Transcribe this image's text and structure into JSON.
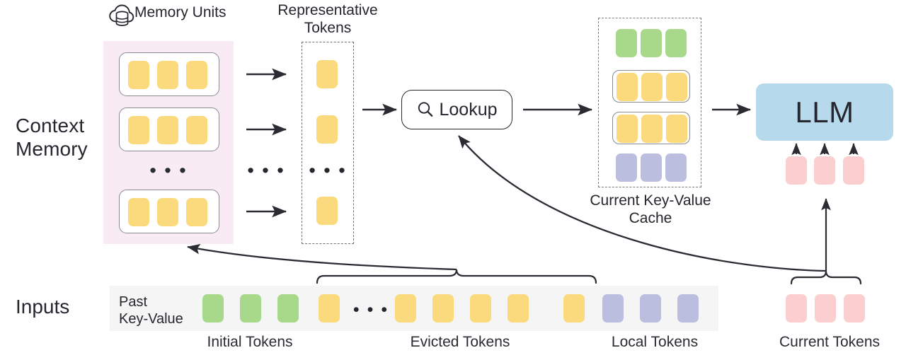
{
  "diagram": {
    "title": "Context Memory LLM KV-cache lookup architecture",
    "row_labels": {
      "context_memory": "Context\nMemory",
      "inputs": "Inputs"
    },
    "memory_units": {
      "heading": "Memory Units",
      "icon": "cloud-database-icon",
      "panel_color": "#f9ebf3",
      "unit_count_shown": 3,
      "tokens_per_unit": 3,
      "token_color": "#fbd97d",
      "ellipsis": "• • •"
    },
    "representative_tokens": {
      "heading": "Representative\nTokens",
      "tokens_shown": 3,
      "token_color": "#fbd97d",
      "ellipsis": "• • •",
      "between_ellipsis": "• • •",
      "border_style": "dashed"
    },
    "lookup": {
      "label": "Lookup",
      "icon": "magnifier-icon"
    },
    "kv_cache": {
      "caption": "Current Key-Value\nCache",
      "border_style": "dashed",
      "rows": [
        {
          "name": "initial-tokens-row",
          "color": "#a8d98b",
          "framed": false,
          "count": 3
        },
        {
          "name": "retrieved-unit-row-1",
          "color": "#fbd97d",
          "framed": true,
          "count": 3
        },
        {
          "name": "retrieved-unit-row-2",
          "color": "#fbd97d",
          "framed": true,
          "count": 3
        },
        {
          "name": "local-tokens-row",
          "color": "#bcbee0",
          "framed": false,
          "count": 3
        }
      ]
    },
    "llm": {
      "label": "LLM",
      "box_color": "#b6d9ec",
      "input_token_count": 3,
      "input_token_color": "#fbcfcf"
    },
    "inputs": {
      "strip_color": "#f4f5f4",
      "past_key_value_label": "Past\nKey-Value",
      "ellipsis": "• • •",
      "tokens": [
        {
          "color": "#a8d98b",
          "group": "initial"
        },
        {
          "color": "#a8d98b",
          "group": "initial"
        },
        {
          "color": "#a8d98b",
          "group": "initial"
        },
        {
          "color": "#fbd97d",
          "group": "evicted"
        },
        {
          "color": "#fbd97d",
          "group": "evicted"
        },
        {
          "color": "#fbd97d",
          "group": "evicted"
        },
        {
          "color": "#fbd97d",
          "group": "evicted"
        },
        {
          "color": "#fbd97d",
          "group": "evicted"
        },
        {
          "color": "#fbd97d",
          "group": "evicted"
        },
        {
          "color": "#bcbee0",
          "group": "local"
        },
        {
          "color": "#bcbee0",
          "group": "local"
        },
        {
          "color": "#bcbee0",
          "group": "local"
        },
        {
          "color": "#fbcfcf",
          "group": "current"
        },
        {
          "color": "#fbcfcf",
          "group": "current"
        },
        {
          "color": "#fbcfcf",
          "group": "current"
        }
      ],
      "group_labels": {
        "initial": "Initial Tokens",
        "evicted": "Evicted Tokens",
        "local": "Local Tokens",
        "current": "Current Tokens"
      }
    },
    "colors": {
      "yellow_token": "#fbd97d",
      "green_token": "#a8d98b",
      "purple_token": "#bcbee0",
      "pink_token": "#fbcfcf",
      "llm_blue": "#b6d9ec",
      "context_pink": "#f9ebf3",
      "inputs_gray": "#f4f5f4",
      "stroke": "#26262e"
    }
  }
}
